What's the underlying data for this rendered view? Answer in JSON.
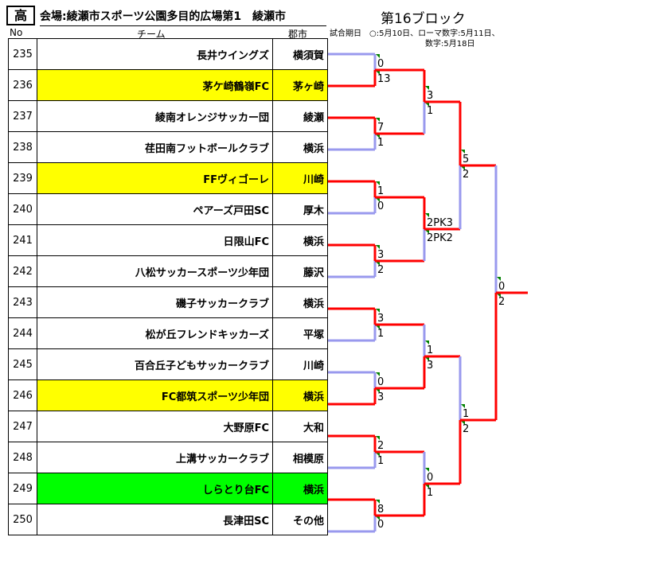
{
  "header": {
    "category": "高",
    "venue": "会場:綾瀬市スポーツ公園多目的広場第1　綾瀬市",
    "block": "第16ブロック",
    "col_no": "No",
    "col_team": "チーム",
    "col_city": "郡市",
    "note": "試合期日　○:5月10日、ローマ数字:5月11日、\n　　　　　　　　　　　　数字:5月18日"
  },
  "colors": {
    "winner": "#ff0000",
    "loser": "#9999ee",
    "yellow": "#ffff00",
    "green": "#00ff00"
  },
  "teams": [
    {
      "no": "235",
      "name": "長井ウイングズ",
      "city": "横須賀",
      "bg": ""
    },
    {
      "no": "236",
      "name": "茅ケ崎鶴嶺FC",
      "city": "茅ヶ崎",
      "bg": "#ffff00"
    },
    {
      "no": "237",
      "name": "綾南オレンジサッカー団",
      "city": "綾瀬",
      "bg": ""
    },
    {
      "no": "238",
      "name": "荏田南フットボールクラブ",
      "city": "横浜",
      "bg": ""
    },
    {
      "no": "239",
      "name": "FFヴィゴーレ",
      "city": "川崎",
      "bg": "#ffff00"
    },
    {
      "no": "240",
      "name": "ペアーズ戸田SC",
      "city": "厚木",
      "bg": ""
    },
    {
      "no": "241",
      "name": "日限山FC",
      "city": "横浜",
      "bg": ""
    },
    {
      "no": "242",
      "name": "八松サッカースポーツ少年団",
      "city": "藤沢",
      "bg": ""
    },
    {
      "no": "243",
      "name": "磯子サッカークラブ",
      "city": "横浜",
      "bg": ""
    },
    {
      "no": "244",
      "name": "松が丘フレンドキッカーズ",
      "city": "平塚",
      "bg": ""
    },
    {
      "no": "245",
      "name": "百合丘子どもサッカークラブ",
      "city": "川崎",
      "bg": ""
    },
    {
      "no": "246",
      "name": "FC都筑スポーツ少年団",
      "city": "横浜",
      "bg": "#ffff00"
    },
    {
      "no": "247",
      "name": "大野原FC",
      "city": "大和",
      "bg": ""
    },
    {
      "no": "248",
      "name": "上溝サッカークラブ",
      "city": "相模原",
      "bg": ""
    },
    {
      "no": "249",
      "name": "しらとり台FC",
      "city": "横浜",
      "bg": "#00ff00"
    },
    {
      "no": "250",
      "name": "長津田SC",
      "city": "その他",
      "bg": ""
    }
  ],
  "rounds": [
    [
      {
        "top": "0",
        "bottom": "13",
        "winner": "bottom"
      },
      {
        "top": "7",
        "bottom": "1",
        "winner": "top"
      },
      {
        "top": "1",
        "bottom": "0",
        "winner": "top"
      },
      {
        "top": "3",
        "bottom": "2",
        "winner": "top"
      },
      {
        "top": "3",
        "bottom": "1",
        "winner": "top"
      },
      {
        "top": "0",
        "bottom": "3",
        "winner": "bottom"
      },
      {
        "top": "2",
        "bottom": "1",
        "winner": "top"
      },
      {
        "top": "8",
        "bottom": "0",
        "winner": "top"
      }
    ],
    [
      {
        "top": "3",
        "bottom": "1",
        "winner": "top"
      },
      {
        "top": "2PK3",
        "bottom": "2PK2",
        "winner": "top"
      },
      {
        "top": "1",
        "bottom": "3",
        "winner": "bottom"
      },
      {
        "top": "0",
        "bottom": "1",
        "winner": "bottom"
      }
    ],
    [
      {
        "top": "5",
        "bottom": "2",
        "winner": "top"
      },
      {
        "top": "1",
        "bottom": "2",
        "winner": "bottom"
      }
    ],
    [
      {
        "top": "0",
        "bottom": "2",
        "winner": "bottom"
      }
    ]
  ]
}
